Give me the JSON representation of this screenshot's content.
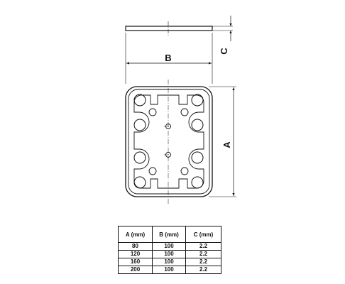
{
  "dimensions": {
    "a_label": "A",
    "b_label": "B",
    "c_label": "C"
  },
  "table": {
    "headers": [
      "A (mm)",
      "B (mm)",
      "C (mm)"
    ],
    "rows": [
      [
        "80",
        "100",
        "2.2"
      ],
      [
        "120",
        "100",
        "2.2"
      ],
      [
        "160",
        "100",
        "2.2"
      ],
      [
        "200",
        "100",
        "2.2"
      ]
    ]
  }
}
